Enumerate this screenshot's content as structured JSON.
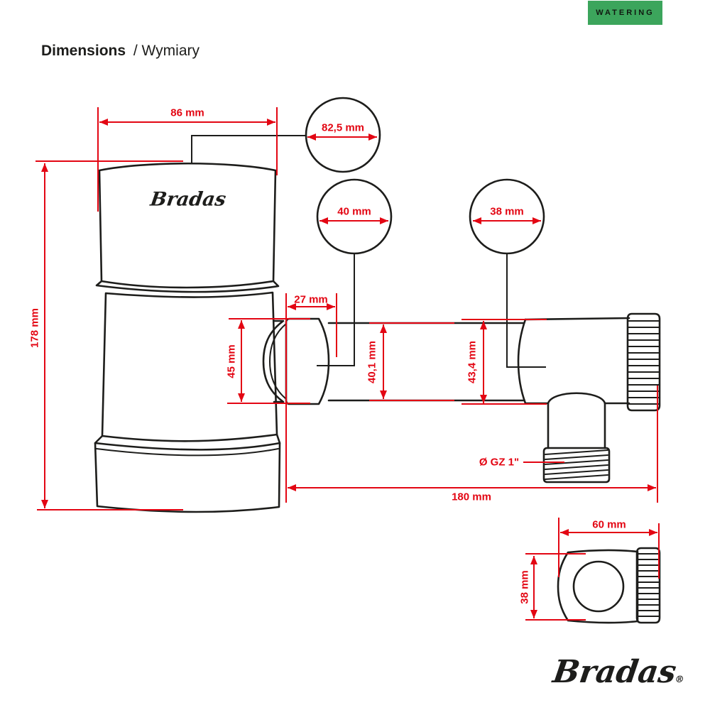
{
  "badge": {
    "label": "WATERING",
    "bg_color": "#3ca55c"
  },
  "title": {
    "primary": "Dimensions",
    "secondary": "/ Wymiary"
  },
  "colors": {
    "dimension_red": "#e30613",
    "line_black": "#1d1d1b",
    "badge_green": "#3ca55c"
  },
  "product": {
    "lid_logo": "Bradas",
    "brand_logo": "Bradas",
    "brand_registered": "®"
  },
  "dimensions": {
    "width_top": "86 mm",
    "lid_diameter": "82,5 mm",
    "hose_diameter_left": "40 mm",
    "hose_diameter_right": "38 mm",
    "nut_length": "27 mm",
    "total_height": "178 mm",
    "nut_height": "45 mm",
    "pipe_height": "40,1 mm",
    "body_height": "43,4 mm",
    "thread_label": "Ø GZ 1\"",
    "total_length": "180 mm",
    "side_width": "60 mm",
    "side_height": "38 mm"
  }
}
